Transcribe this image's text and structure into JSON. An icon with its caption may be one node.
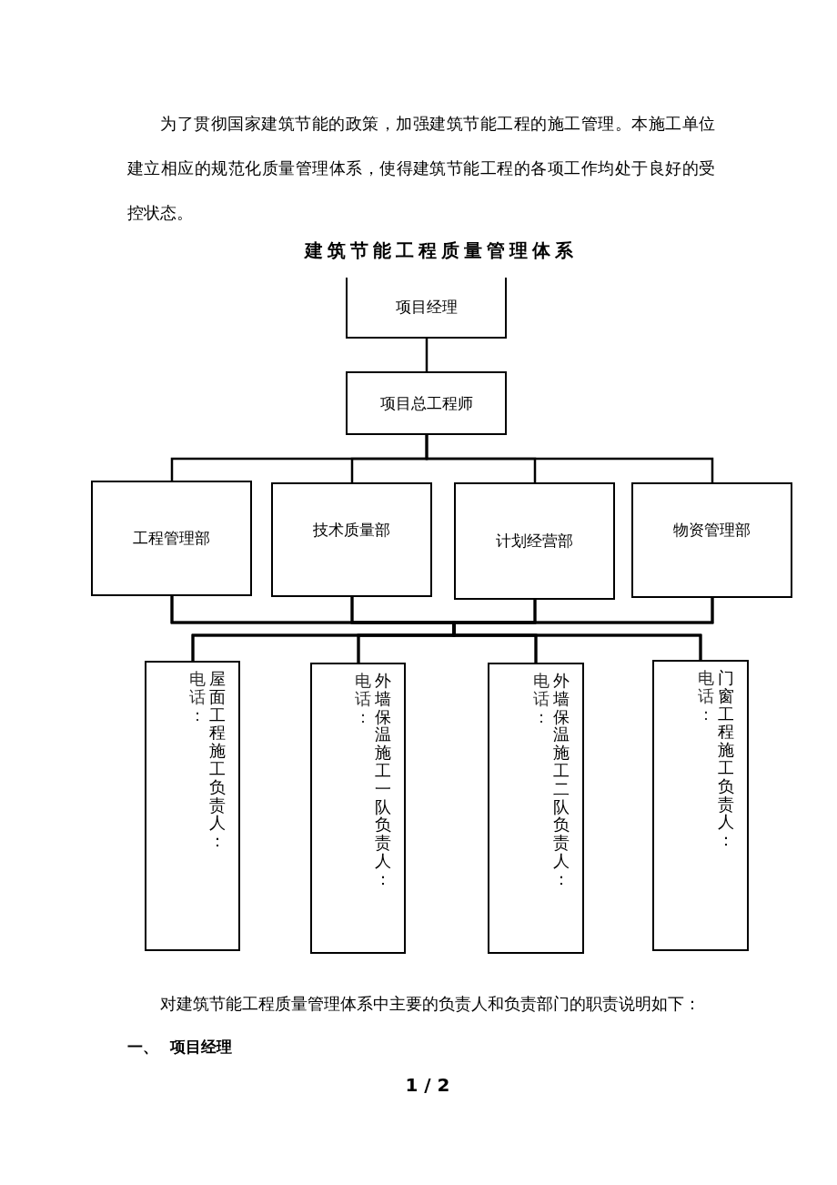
{
  "diagram": {
    "title": "建筑节能工程质量管理体系",
    "nodes": [
      {
        "text": [
          "项目经理"
        ]
      },
      {
        "text": [
          "项目总工程师"
        ]
      },
      {
        "text": [
          "工程管理部"
        ]
      },
      {
        "text": [
          "技术质量部"
        ]
      },
      {
        "text": [
          "计划经营部"
        ]
      },
      {
        "text": [
          "物资管理部"
        ]
      },
      {
        "text": [
          "电话：",
          "屋面工程施工负责人："
        ]
      },
      {
        "text": [
          "电话：",
          "外墙保温施工一队负责人："
        ]
      },
      {
        "text": [
          "电话：",
          "外墙保温施工二队负责人："
        ]
      },
      {
        "text": [
          "电话：",
          "门窗工程施工负责人："
        ]
      }
    ],
    "edges": [
      {
        "from": 0,
        "to": 1,
        "arrow": "none"
      },
      {
        "from": 1,
        "to": 2,
        "arrow": "none"
      },
      {
        "from": 1,
        "to": 3,
        "arrow": "none"
      },
      {
        "from": 1,
        "to": 4,
        "arrow": "none"
      },
      {
        "from": 1,
        "to": 5,
        "arrow": "none"
      },
      {
        "from": 2,
        "to": 6,
        "arrow": "none"
      },
      {
        "from": 2,
        "to": 7,
        "arrow": "none"
      },
      {
        "from": 2,
        "to": 8,
        "arrow": "none"
      },
      {
        "from": 2,
        "to": 9,
        "arrow": "none"
      },
      {
        "from": 3,
        "to": 6,
        "arrow": "none"
      },
      {
        "from": 3,
        "to": 7,
        "arrow": "none"
      },
      {
        "from": 3,
        "to": 8,
        "arrow": "none"
      },
      {
        "from": 3,
        "to": 9,
        "arrow": "none"
      },
      {
        "from": 4,
        "to": 6,
        "arrow": "none"
      },
      {
        "from": 4,
        "to": 7,
        "arrow": "none"
      },
      {
        "from": 4,
        "to": 8,
        "arrow": "none"
      },
      {
        "from": 4,
        "to": 9,
        "arrow": "none"
      },
      {
        "from": 5,
        "to": 6,
        "arrow": "none"
      },
      {
        "from": 5,
        "to": 7,
        "arrow": "none"
      },
      {
        "from": 5,
        "to": 8,
        "arrow": "none"
      },
      {
        "from": 5,
        "to": 9,
        "arrow": "none"
      }
    ],
    "labels": [
      "为了贯彻国家建筑节能的政策，加强建筑节能工程的施工管理。本施工单位建立相应的规范化质量管理体系，使得建筑节能工程的各项工作均处于良好的受控状态。",
      "对建筑节能工程质量管理体系中主要的负责人和负责部门的职责说明如下：",
      "一、",
      "项目经理",
      "1 / 2"
    ]
  }
}
